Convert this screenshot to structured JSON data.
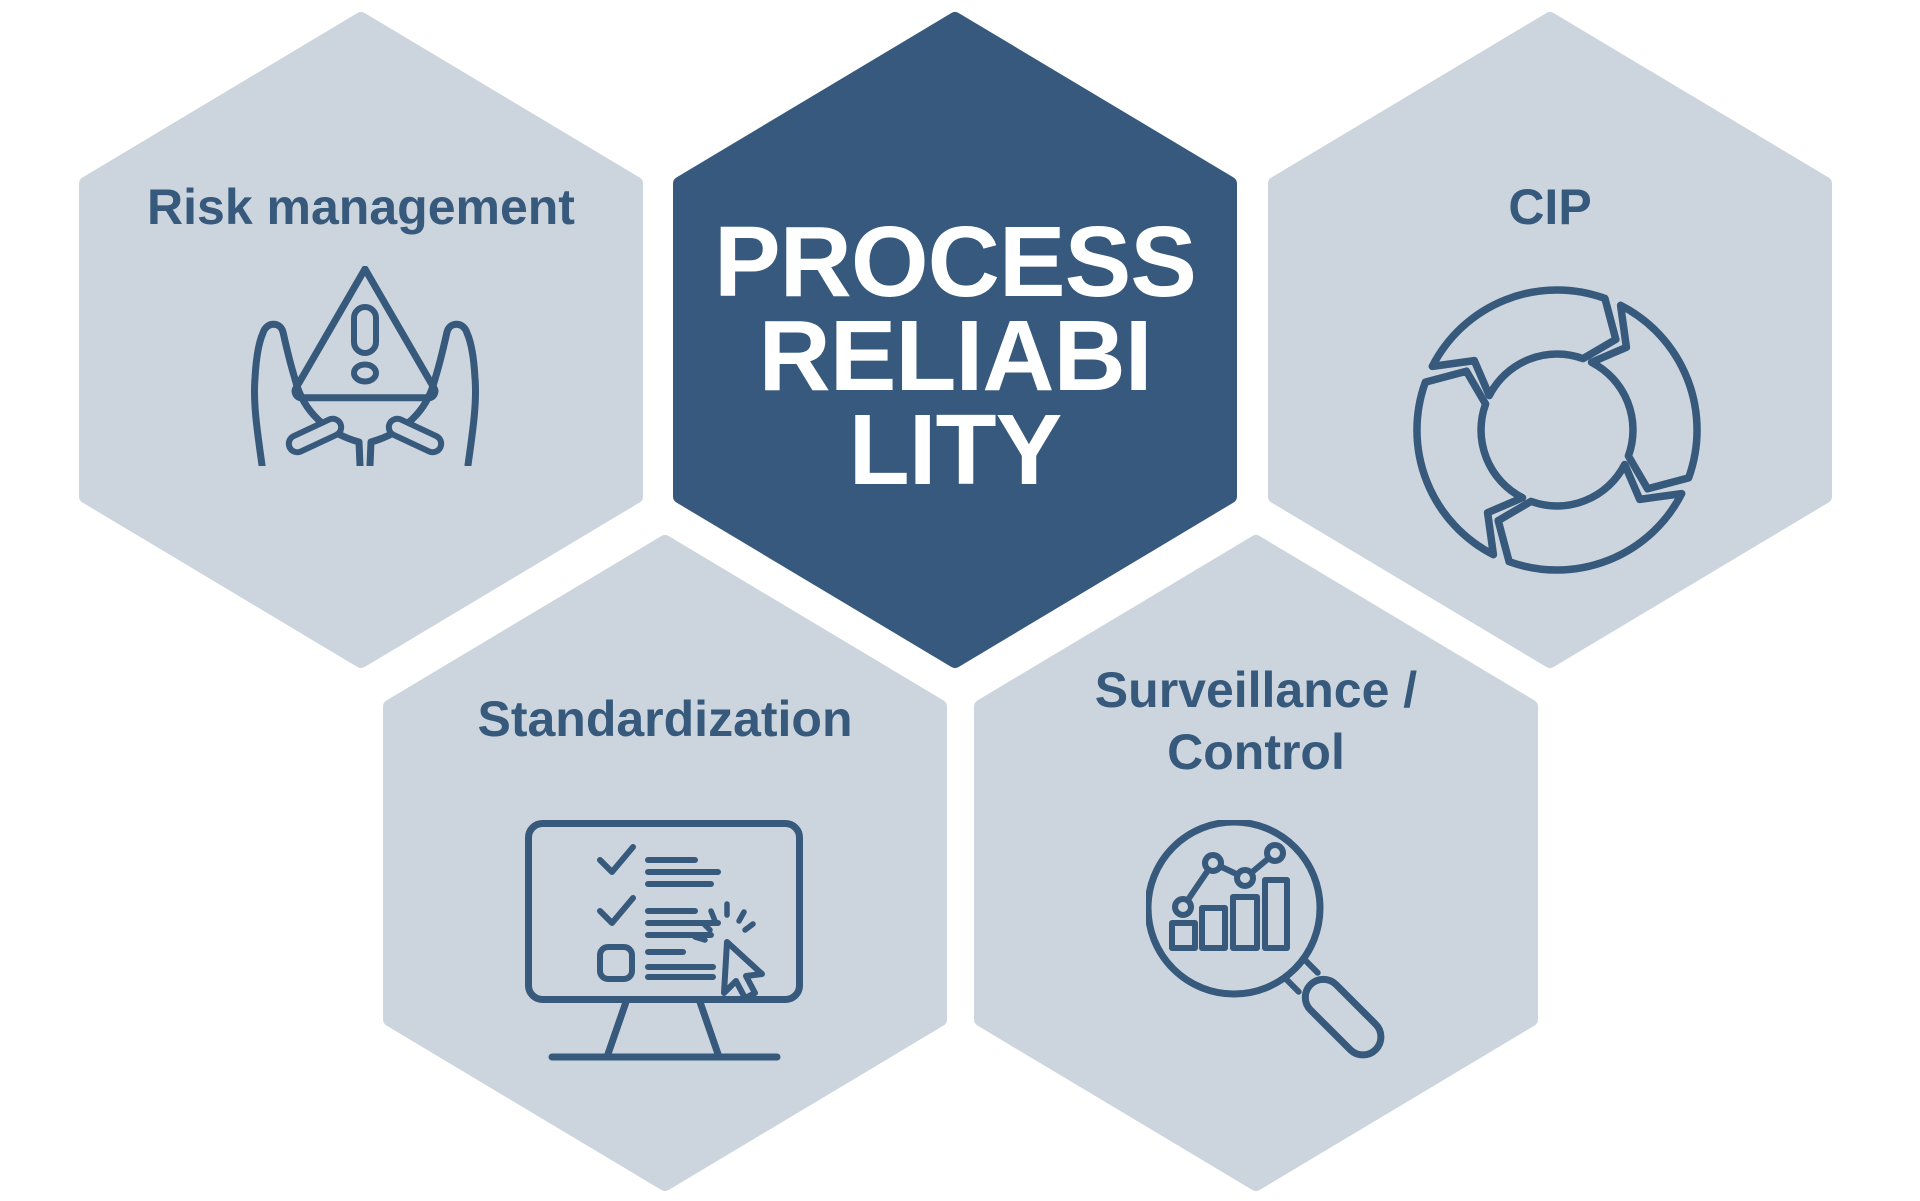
{
  "colors": {
    "background": "#FFFFFF",
    "hex_light": "#CCD5DE",
    "hex_dark": "#36597D",
    "ink": "#36597C",
    "center_text": "#FFFFFF"
  },
  "center_hexagon": {
    "title_lines": [
      "PROCESS",
      "RELIABI",
      "LITY"
    ]
  },
  "hexagons": [
    {
      "id": "risk-management",
      "label_lines": [
        "Risk management",
        ""
      ],
      "icon": "hands-holding-warning-icon"
    },
    {
      "id": "cip",
      "label_lines": [
        "CIP",
        ""
      ],
      "icon": "circular-arrows-cycle-icon"
    },
    {
      "id": "standardization",
      "label_lines": [
        "Standardization",
        ""
      ],
      "icon": "monitor-checklist-cursor-icon"
    },
    {
      "id": "surveillance-control",
      "label_lines": [
        "Surveillance /",
        "Control"
      ],
      "icon": "magnifier-bar-chart-icon"
    }
  ]
}
